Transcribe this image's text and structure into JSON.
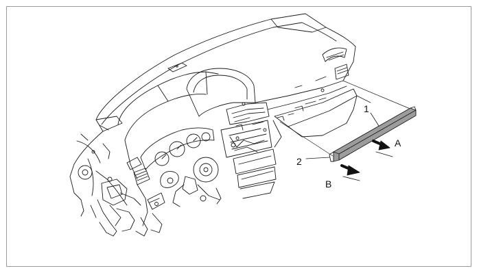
{
  "figure": {
    "callouts": {
      "part1": "1",
      "part2": "2",
      "arrowA": "A",
      "arrowB": "B"
    },
    "colors": {
      "line": "#1a1a1a",
      "trim_fill": "#9c9c9c",
      "frame_border": "#9a9a9a"
    }
  }
}
